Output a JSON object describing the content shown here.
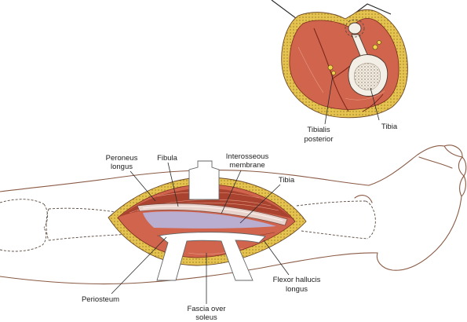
{
  "figure": {
    "cross_section": {
      "tibialis_posterior": [
        "Tibialis",
        "posterior"
      ],
      "tibia": "Tibia"
    },
    "leg": {
      "peroneus_longus": [
        "Peroneus",
        "longus"
      ],
      "fibula": "Fibula",
      "interosseous_membrane": [
        "Interosseous",
        "membrane"
      ],
      "tibia": "Tibia",
      "flexor_hallucis_longus": [
        "Flexor hallucis",
        "longus"
      ],
      "periosteum": "Periosteum",
      "fascia_over_soleus": [
        "Fascia over",
        "soleus"
      ]
    }
  },
  "colors": {
    "skin_line": "#8a5a44",
    "fat": "#e6c34e",
    "muscle": "#d0644d",
    "muscle_dark": "#a9432f",
    "bone": "#f4efe6",
    "membrane": "#b9aed0",
    "retractor": "#ffffff",
    "text": "#1c1c1c"
  }
}
